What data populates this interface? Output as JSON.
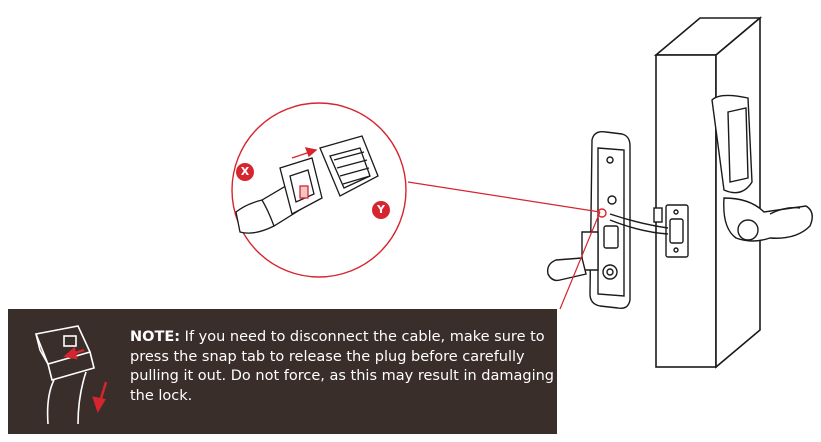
{
  "note": {
    "label": "NOTE:",
    "text": " If you need to disconnect the cable, make sure to press the snap tab to release the plug before carefully pulling it out. Do not force, as this may result in damaging the lock."
  },
  "callouts": {
    "x_label": "X",
    "y_label": "Y"
  },
  "colors": {
    "accent": "#d6252f",
    "note_bg": "#3a2e2a",
    "line": "#1a1a1a"
  }
}
